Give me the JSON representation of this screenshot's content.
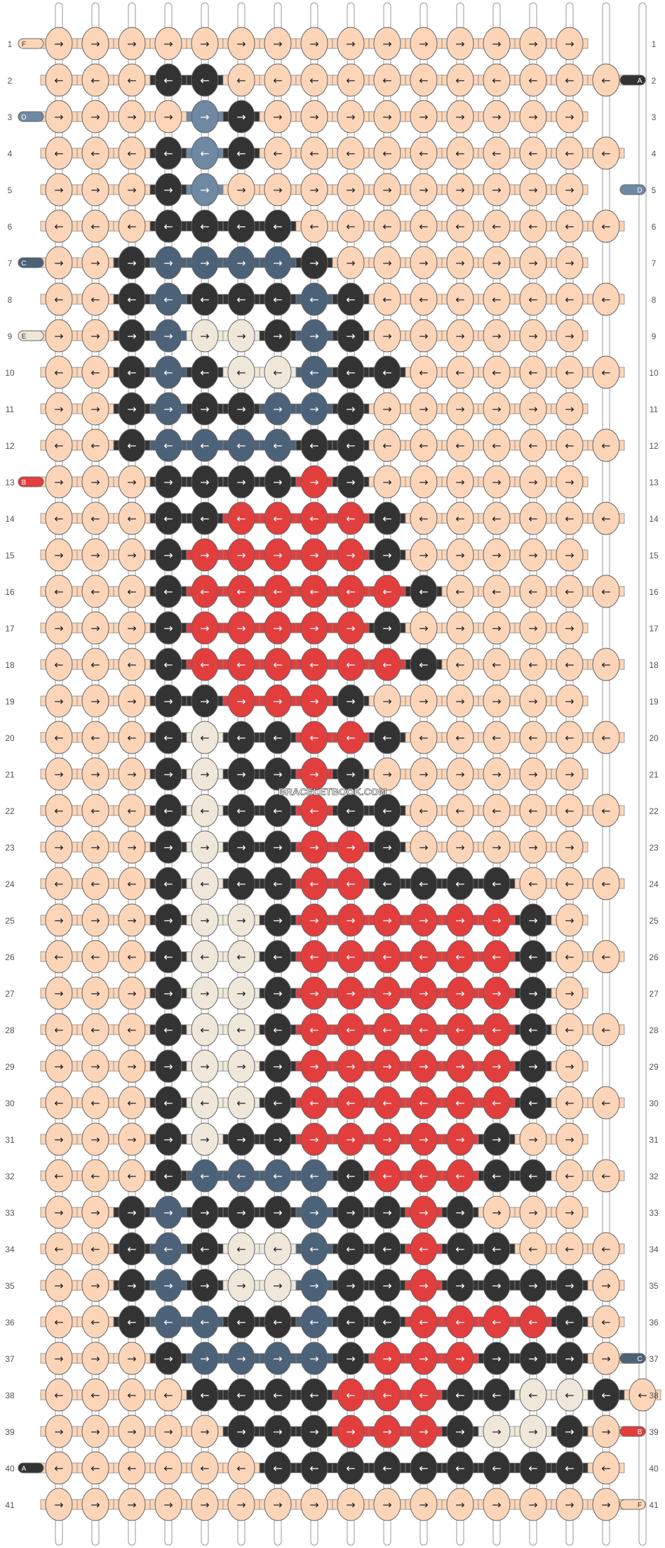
{
  "watermark": "BRACELETBOOK.COM",
  "row_labels": [
    "1",
    "2",
    "3",
    "4",
    "5",
    "6",
    "7",
    "8",
    "9",
    "10",
    "11",
    "12",
    "13",
    "14",
    "15",
    "16",
    "17",
    "18",
    "19",
    "20",
    "21",
    "22",
    "23",
    "24",
    "25",
    "26",
    "27",
    "28",
    "29",
    "30",
    "31",
    "32",
    "33",
    "34",
    "35",
    "36",
    "37",
    "38",
    "39",
    "40",
    "41"
  ],
  "strings_left": [
    {
      "row": "1",
      "letter": "F"
    },
    {
      "row": "3",
      "letter": "D"
    },
    {
      "row": "7",
      "letter": "C"
    },
    {
      "row": "9",
      "letter": "E"
    },
    {
      "row": "13",
      "letter": "B"
    },
    {
      "row": "40",
      "letter": "A"
    }
  ],
  "strings_right": [
    {
      "row": "2",
      "letter": "A"
    },
    {
      "row": "5",
      "letter": "D"
    },
    {
      "row": "37",
      "letter": "C"
    },
    {
      "row": "39",
      "letter": "B"
    },
    {
      "row": "41",
      "letter": "F"
    }
  ],
  "colors": {
    "A": "#333333",
    "B": "#e23e3e",
    "C": "#4c6278",
    "D": "#6f88a3",
    "E": "#efe8da",
    "F": "#fcd5b8"
  },
  "knot_arrows": {
    "R": "→",
    "L": "←"
  },
  "grid": [
    "FFFFFFFFFFFFFFF",
    "FFFAAFFFFFFFFFFF",
    "FFFFDAFFFFFFFFF",
    "FFFADAFFFFFFFFFF",
    "FFFADFFFFFFFFFF",
    "FFFAAAAFFFFFFFFF",
    "FFACCCCAFFFFFFF",
    "FFACAAACAFFFFFFF",
    "FFACEEACAFFFFFF",
    "FFACAEECAAFFFFFF",
    "FFACAACCAFFFFFF",
    "FFACCCCAAFFFFFFF",
    "FFFAAAABAFFFFFF",
    "FFFAABBBBAFFFFFF",
    "FFFABBBBBAFFFFF",
    "FFFABBBBBBAFFFFF",
    "FFFABBBBBAFFFFF",
    "FFFABBBBBBAFFFFF",
    "FFFAABBBAFFFFFF",
    "FFFAEAABBAFFFFFF",
    "FFFAEAABAFFFFFF",
    "FFFAEAABAAFFFFFF",
    "FFFAEAABBAFFFFF",
    "FFFAEAABBAAAAFFF",
    "FFFAEEABBBBBBAF",
    "FFFAEEABBBBBBAFF",
    "FFFAEEABBBBBBAF",
    "FFFAEEABBBBBBAFF",
    "FFFAEEABBBBBBAF",
    "FFFAEEABBBBBBAFF",
    "FFFAEAABBBBBAFF",
    "FFFACCCCABBBAAFF",
    "FFACAAACAABAFFF",
    "FFACAEECAABAAFFF",
    "FFACAEECAABAAAAF",
    "FFACCAACAABBBBAF",
    "FFFACCCCABBBAAAF",
    "FFFFAAAABBBAAEEAF",
    "FFFFFAAABBBAEEAF",
    "FFFFFFAAAAAAAAAF",
    "FFFFFFFFFFFFFFFF"
  ]
}
